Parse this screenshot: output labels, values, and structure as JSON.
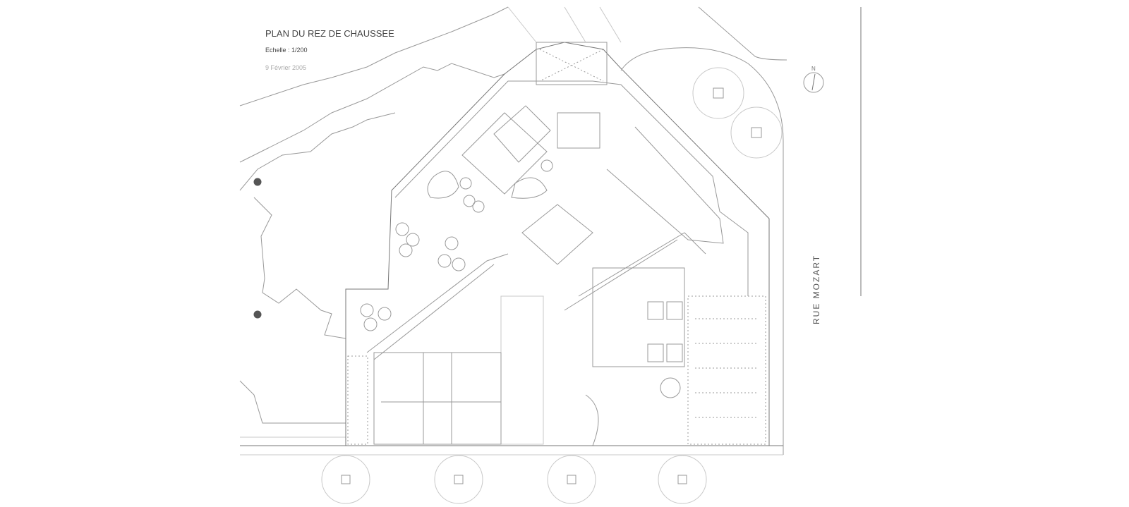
{
  "plan": {
    "title": "PLAN DU REZ DE CHAUSSEE",
    "scale": "Echelle : 1/200",
    "date": "9 Février 2005",
    "street_name": "RUE MOZART",
    "north_label": "N"
  },
  "colors": {
    "line": "#999999",
    "background": "#ffffff",
    "marker": "#555555"
  }
}
